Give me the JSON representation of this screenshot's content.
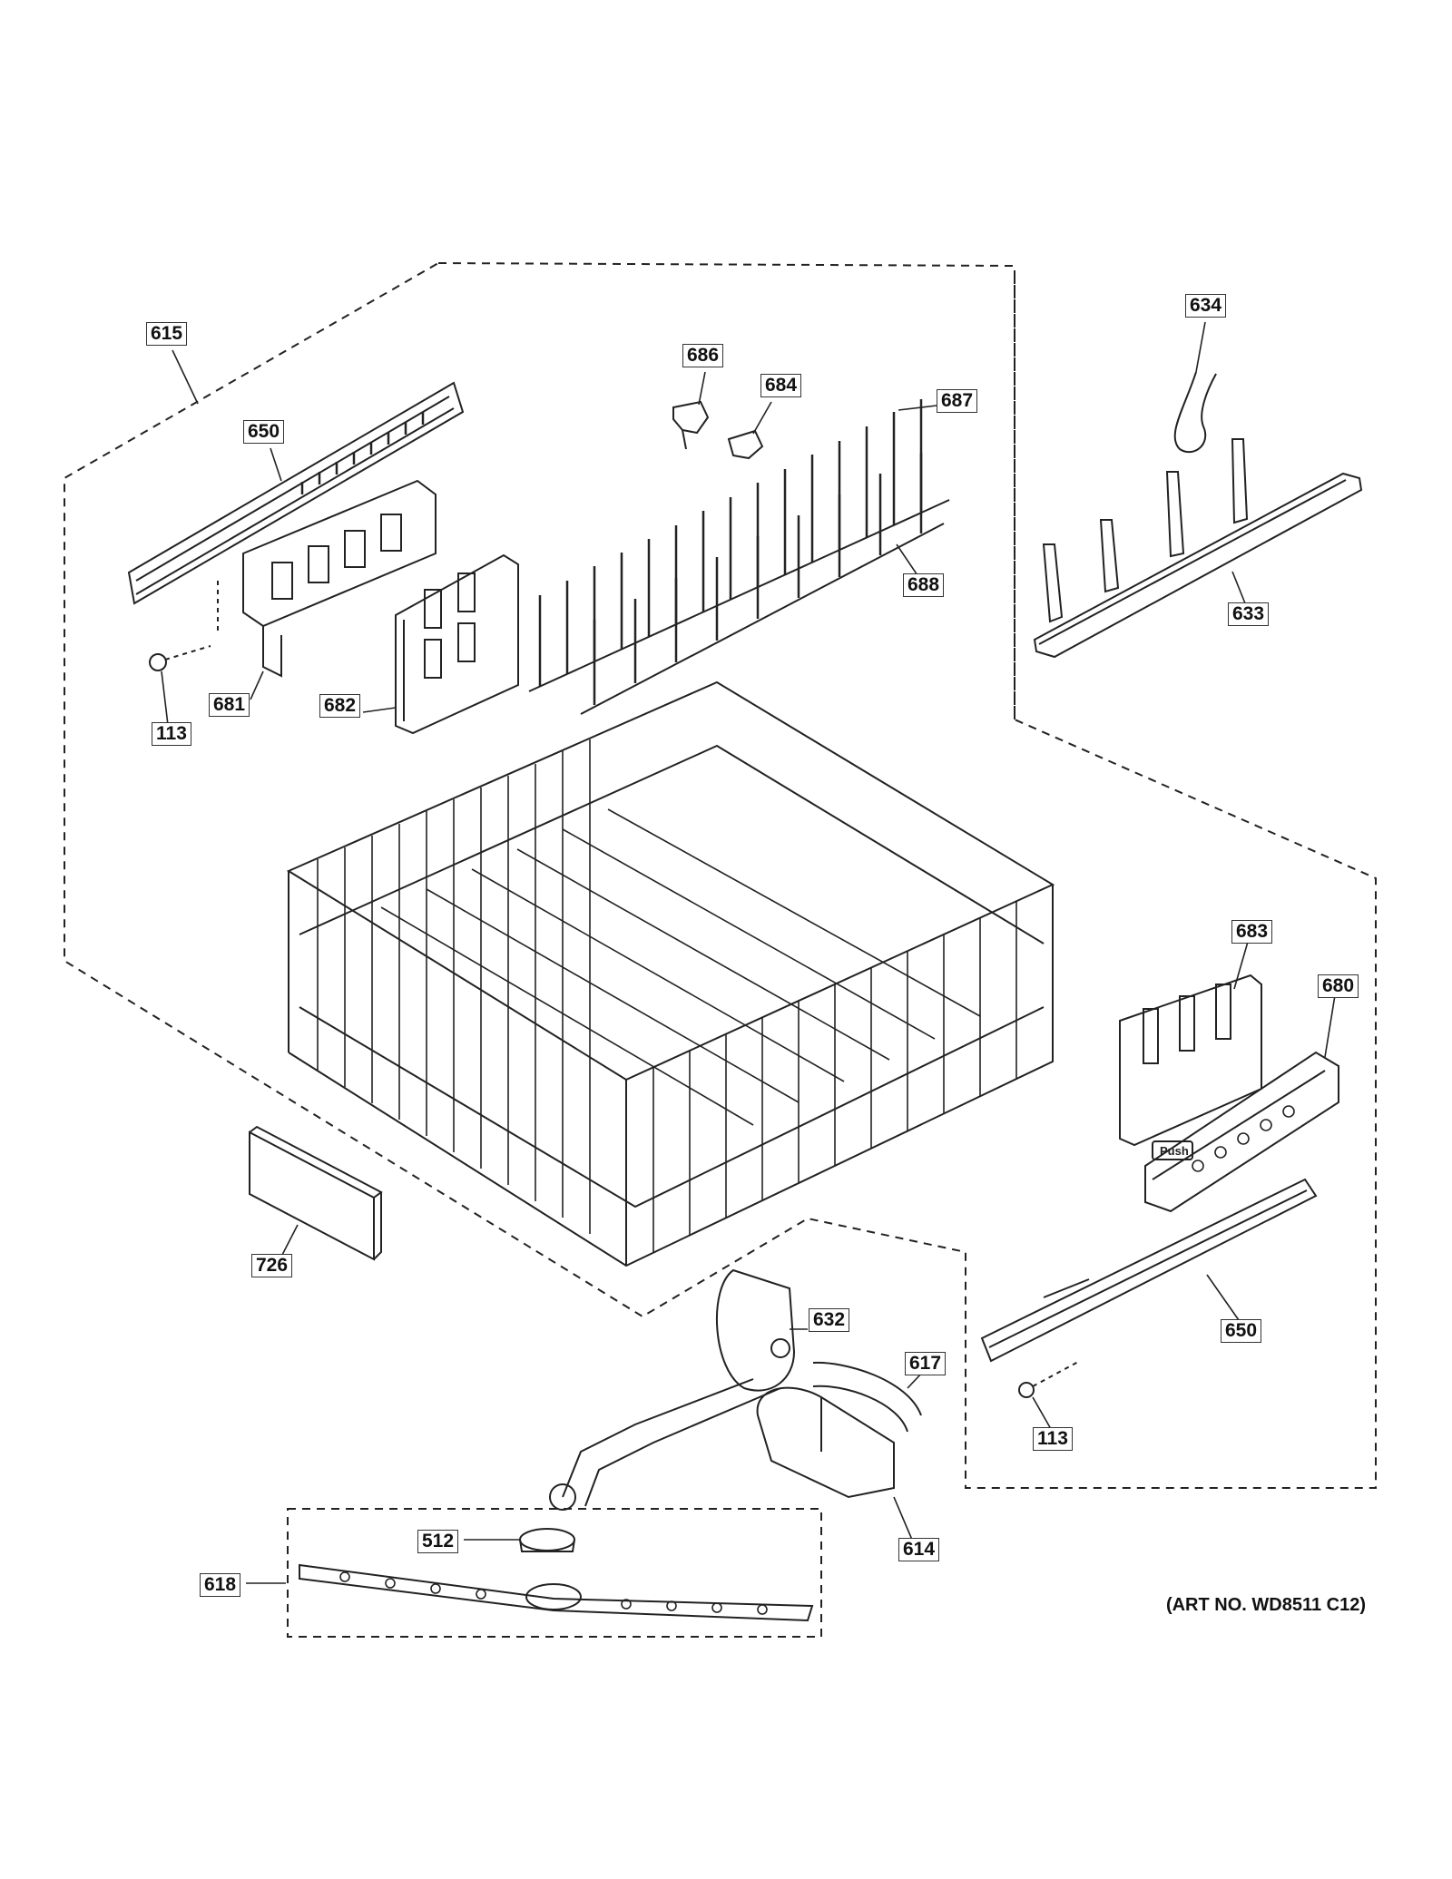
{
  "diagram": {
    "art_number": "(ART NO. WD8511 C12)",
    "callouts": [
      {
        "id": "615",
        "text": "615"
      },
      {
        "id": "650-left",
        "text": "650"
      },
      {
        "id": "686",
        "text": "686"
      },
      {
        "id": "684",
        "text": "684"
      },
      {
        "id": "687",
        "text": "687"
      },
      {
        "id": "634",
        "text": "634"
      },
      {
        "id": "688",
        "text": "688"
      },
      {
        "id": "633",
        "text": "633"
      },
      {
        "id": "681",
        "text": "681"
      },
      {
        "id": "682",
        "text": "682"
      },
      {
        "id": "113-left",
        "text": "113"
      },
      {
        "id": "683",
        "text": "683"
      },
      {
        "id": "680",
        "text": "680"
      },
      {
        "id": "726",
        "text": "726"
      },
      {
        "id": "632",
        "text": "632"
      },
      {
        "id": "617",
        "text": "617"
      },
      {
        "id": "650-right",
        "text": "650"
      },
      {
        "id": "113-right",
        "text": "113"
      },
      {
        "id": "512",
        "text": "512"
      },
      {
        "id": "618",
        "text": "618"
      },
      {
        "id": "614",
        "text": "614"
      }
    ],
    "part_text": {
      "push_label": "Push"
    }
  }
}
